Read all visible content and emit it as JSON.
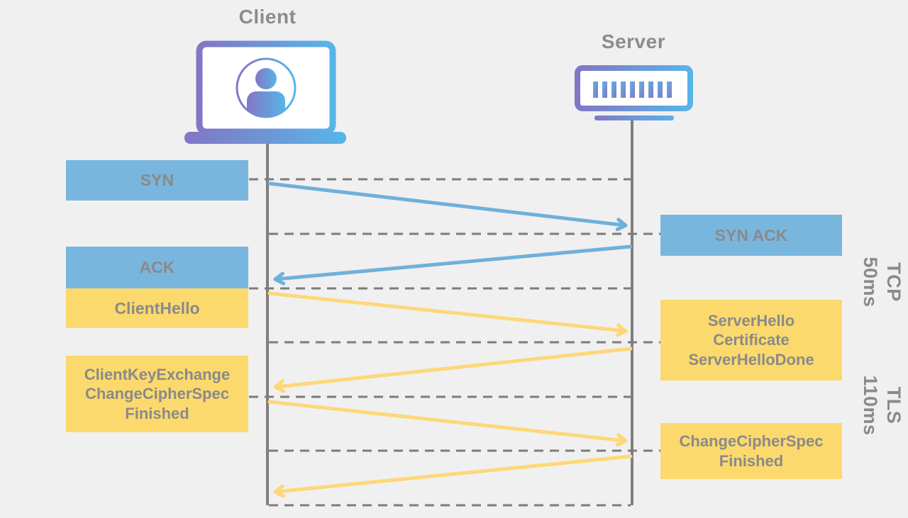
{
  "actors": {
    "client": {
      "label": "Client",
      "icon": "laptop-user-icon"
    },
    "server": {
      "label": "Server",
      "icon": "server-rack-icon"
    }
  },
  "phases": {
    "tcp": {
      "name": "TCP",
      "duration": "50ms"
    },
    "tls": {
      "name": "TLS",
      "duration": "110ms"
    }
  },
  "messages": {
    "syn": {
      "protocol": "tcp",
      "from": "client",
      "lines": [
        "SYN"
      ]
    },
    "syn_ack": {
      "protocol": "tcp",
      "from": "server",
      "lines": [
        "SYN ACK"
      ]
    },
    "ack": {
      "protocol": "tcp",
      "from": "client",
      "lines": [
        "ACK"
      ]
    },
    "client_hello": {
      "protocol": "tls",
      "from": "client",
      "lines": [
        "ClientHello"
      ]
    },
    "server_hello": {
      "protocol": "tls",
      "from": "server",
      "lines": [
        "ServerHello",
        "Certificate",
        "ServerHelloDone"
      ]
    },
    "client_key_exchange": {
      "protocol": "tls",
      "from": "client",
      "lines": [
        "ClientKeyExchange",
        "ChangeCipherSpec",
        "Finished"
      ]
    },
    "change_cipher_spec": {
      "protocol": "tls",
      "from": "server",
      "lines": [
        "ChangeCipherSpec",
        "Finished"
      ]
    }
  },
  "colors": {
    "background": "#f0f0f0",
    "tcp_box": "#79b6de",
    "tls_box": "#fbd96d",
    "tcp_arrow": "#6fb0db",
    "tls_arrow": "#fdd878",
    "label_text": "#8a8a8a",
    "lifeline": "#7f7f7f",
    "divider": "#7c7c7c",
    "icon_gradient_start": "#8276c5",
    "icon_gradient_end": "#58b5e8"
  }
}
